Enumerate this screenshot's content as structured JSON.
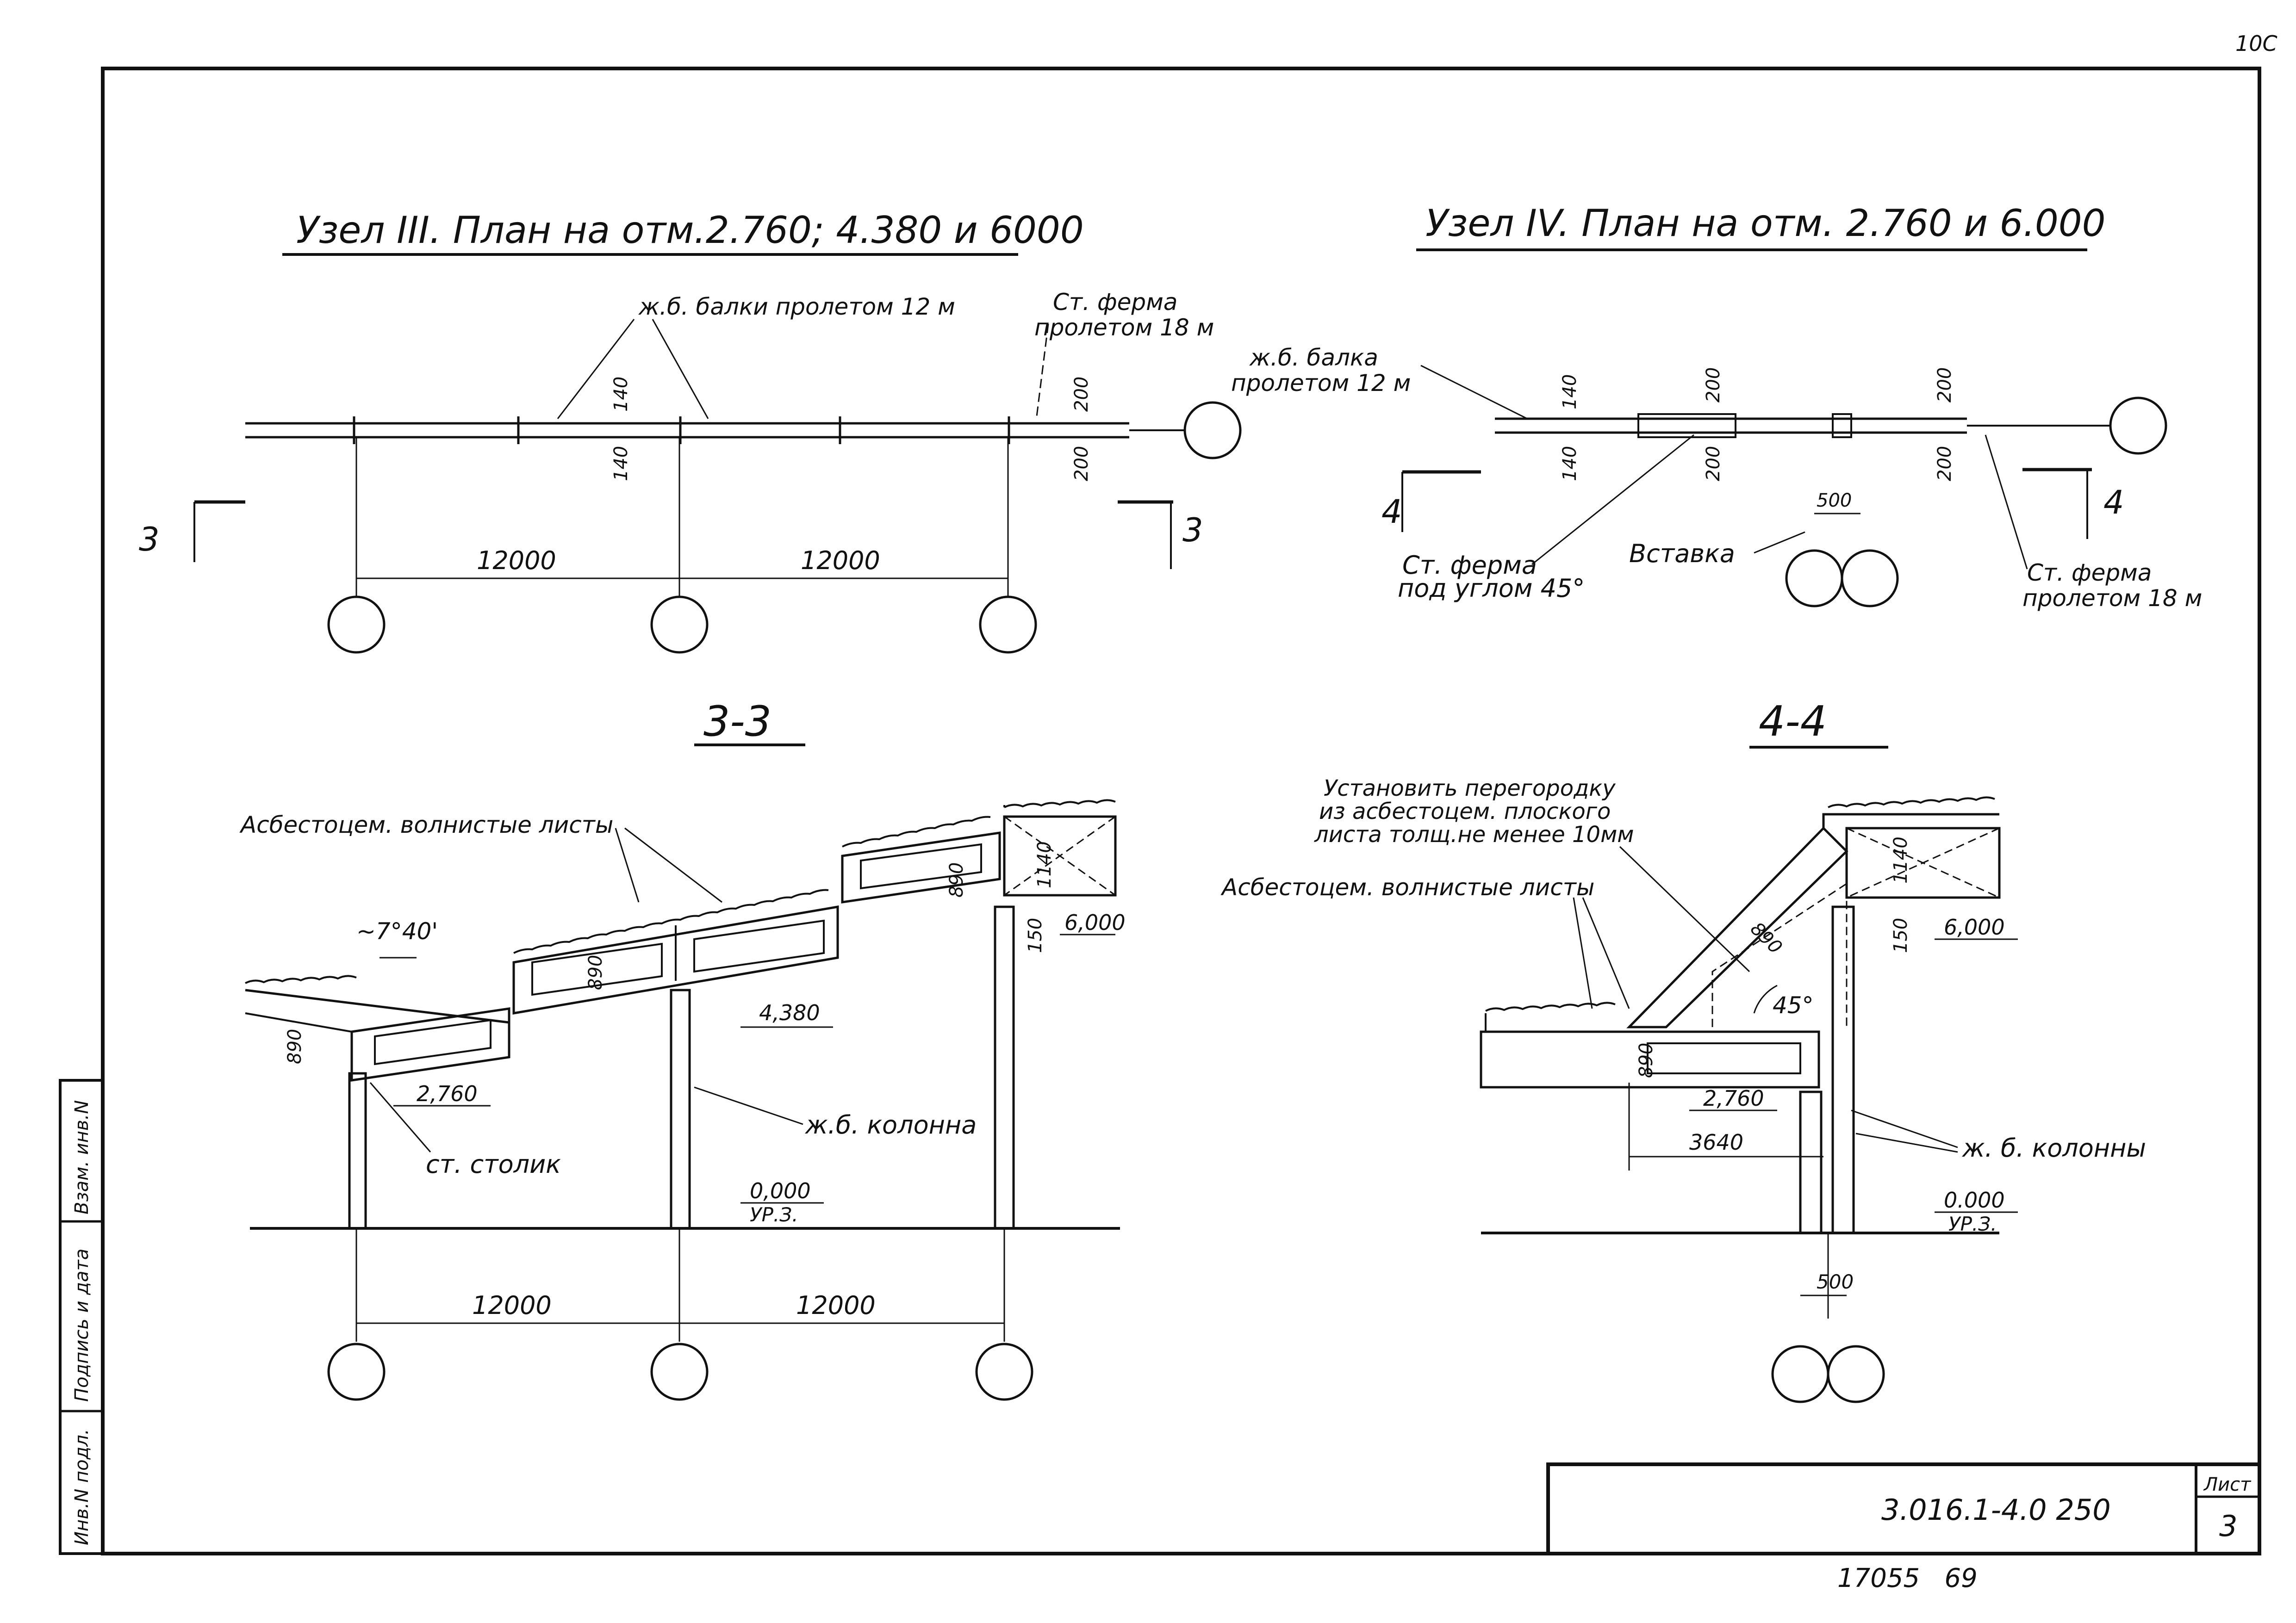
{
  "corner_mark": "10С",
  "node3": {
    "title": "Узел III. План на отм.2.760; 4.380 и 6000",
    "label_beams": "ж.б. балки пролетом 12 м",
    "label_truss_line1": "Ст. ферма",
    "label_truss_line2": "пролетом 18 м",
    "dim_140_top": "140",
    "dim_140_bottom": "140",
    "dim_200_top": "200",
    "dim_200_bottom": "200",
    "span_left": "12000",
    "span_right": "12000",
    "cut_left": "3",
    "cut_right": "3"
  },
  "node4": {
    "title": "Узел IV. План на отм. 2.760 и 6.000",
    "label_beam_line1": "ж.б. балка",
    "label_beam_line2": "пролетом 12 м",
    "dim_140_top": "140",
    "dim_140_bottom": "140",
    "dim_200_a_top": "200",
    "dim_200_a_bottom": "200",
    "dim_200_b_top": "200",
    "dim_200_b_bottom": "200",
    "dim_500": "500",
    "label_insert": "Вставка",
    "label_truss45_line1": "Ст. ферма",
    "label_truss45_line2": "под углом 45°",
    "label_truss18_line1": "Ст. ферма",
    "label_truss18_line2": "пролетом 18 м",
    "cut_left": "4",
    "cut_right": "4"
  },
  "section33": {
    "title": "3-3",
    "label_sheets": "Асбестоцем. волнистые листы",
    "slope": "~7°40'",
    "dim_890_a": "890",
    "dim_890_b": "890",
    "dim_890_c": "890",
    "dim_1140": "1140",
    "dim_150": "150",
    "mark_6000": "6,000",
    "mark_4380": "4,380",
    "mark_2760": "2,760",
    "mark_0000": "0,000",
    "mark_level": "УР.З.",
    "label_column": "ж.б. колонна",
    "label_table": "ст. столик",
    "span_left": "12000",
    "span_right": "12000"
  },
  "section44": {
    "title": "4-4",
    "note_line1": "Установить перегородку",
    "note_line2": "из асбестоцем. плоского",
    "note_line3": "листа толщ.не менее 10мм",
    "label_sheets": "Асбестоцем. волнистые листы",
    "dim_890_a": "890",
    "dim_890_b": "890",
    "dim_1140": "1140",
    "dim_150": "150",
    "mark_6000": "6,000",
    "angle": "45°",
    "mark_2760": "2,760",
    "dim_3640": "3640",
    "label_columns": "ж. б. колонны",
    "mark_0000": "0.000",
    "mark_level": "УР.З.",
    "dim_500": "500"
  },
  "stamp": {
    "code": "3.016.1-4.0  250",
    "sheet_label": "Лист",
    "sheet_number": "3"
  },
  "side_labels": [
    "Инв.N подл.",
    "Подпись и дата",
    "Взам. инв.N"
  ],
  "footer_numbers": "17055   69"
}
